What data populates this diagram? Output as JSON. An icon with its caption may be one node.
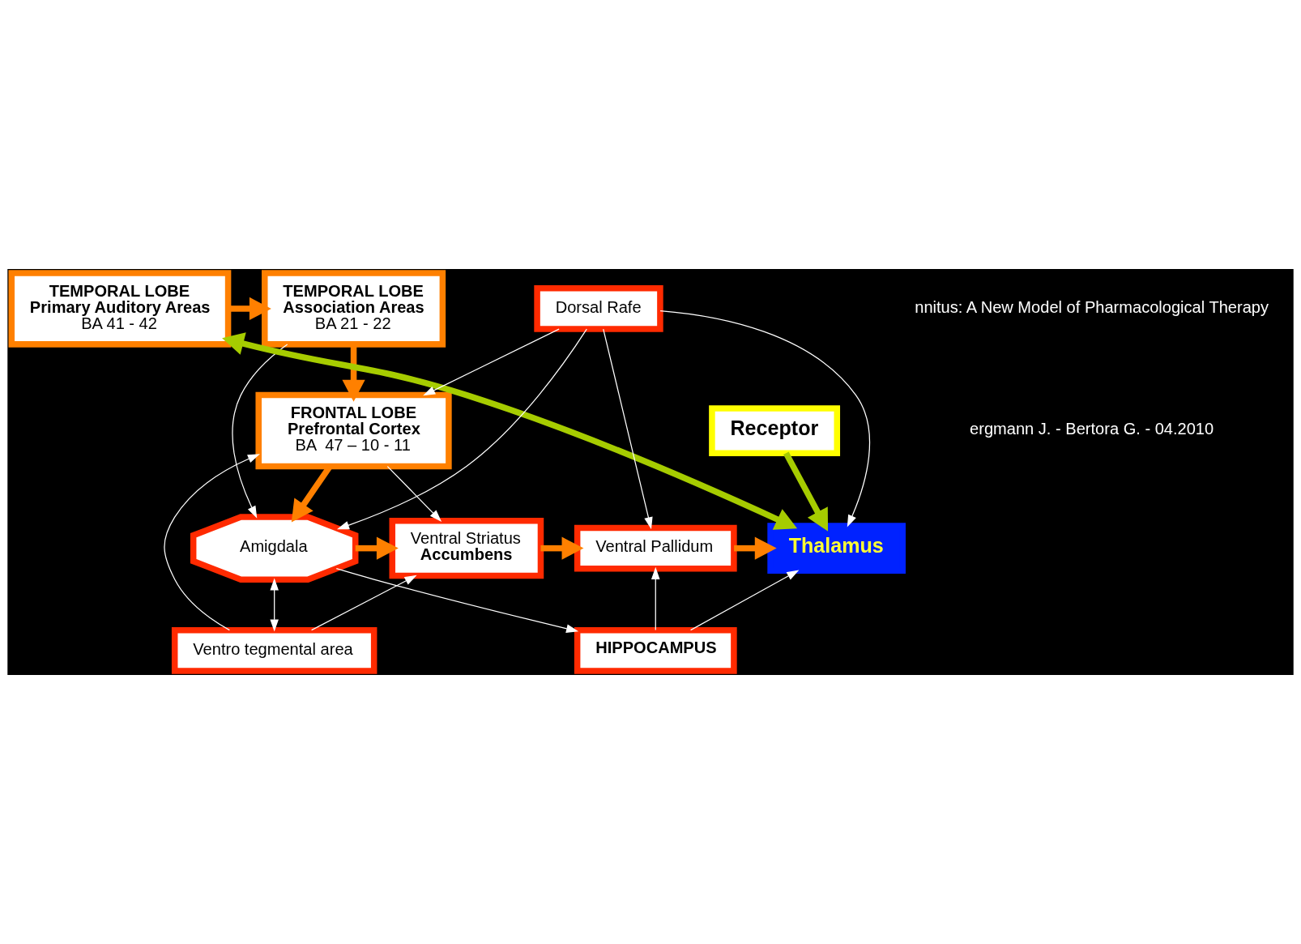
{
  "diagram": {
    "nodes": [
      {
        "text": [
          "TEMPORAL LOBE",
          "Association Areas",
          "BA 21 - 22"
        ]
      },
      {
        "text": [
          "TEMPORAL LOBE",
          "Primary Auditory Areas",
          "BA 41 - 42"
        ]
      },
      {
        "text": [
          "FRONTAL LOBE",
          "Prefrontal Cortex",
          "BA  47 – 10 - 11"
        ]
      },
      {
        "text": [
          "HIPPOCAMPUS"
        ]
      },
      {
        "text": [
          "Amigdala"
        ]
      },
      {
        "text": [
          "Ventral Striatus",
          "Accumbens"
        ]
      },
      {
        "text": [
          "Ventral Pallidum"
        ]
      },
      {
        "text": [
          "Thalamus"
        ]
      },
      {
        "text": [
          "Ventro tegmental area"
        ]
      },
      {
        "text": [
          "Dorsal Rafe"
        ]
      },
      {
        "text": [
          "Receptor"
        ]
      }
    ],
    "edges": [
      {
        "from": 1,
        "to": 0,
        "arrow": "to",
        "style": "thick",
        "color": "#ff8000"
      },
      {
        "from": 0,
        "to": 2,
        "arrow": "to",
        "style": "thick",
        "color": "#ff8000"
      },
      {
        "from": 2,
        "to": 4,
        "arrow": "to",
        "style": "thick",
        "color": "#ff8000"
      },
      {
        "from": 4,
        "to": 5,
        "arrow": "to",
        "style": "thick",
        "color": "#ff8000"
      },
      {
        "from": 5,
        "to": 6,
        "arrow": "to",
        "style": "thick",
        "color": "#ff8000"
      },
      {
        "from": 6,
        "to": 7,
        "arrow": "to",
        "style": "thick",
        "color": "#ff8000"
      },
      {
        "from": 1,
        "to": 7,
        "arrow": "both",
        "style": "thick",
        "color": "#a6cc00"
      },
      {
        "from": 10,
        "to": 7,
        "arrow": "to",
        "style": "thick",
        "color": "#a6cc00"
      },
      {
        "from": 0,
        "to": 4,
        "arrow": "to"
      },
      {
        "from": 4,
        "to": 3,
        "arrow": "to"
      },
      {
        "from": 3,
        "to": 6,
        "arrow": "to"
      },
      {
        "from": 3,
        "to": 7,
        "arrow": "to"
      },
      {
        "from": 2,
        "to": 5,
        "arrow": "to"
      },
      {
        "from": 8,
        "to": 5,
        "arrow": "to"
      },
      {
        "from": 8,
        "to": 2,
        "arrow": "to"
      },
      {
        "from": 4,
        "to": 8,
        "arrow": "both"
      },
      {
        "from": 9,
        "to": 4,
        "arrow": "to"
      },
      {
        "from": 9,
        "to": 2,
        "arrow": "to"
      },
      {
        "from": 9,
        "to": 6,
        "arrow": "to"
      },
      {
        "from": 9,
        "to": 7,
        "arrow": "to"
      }
    ],
    "labels": [
      "nnitus: A New Model of Pharmacological Therapy",
      "ergmann J. - Bertora G. - 04.2010"
    ]
  }
}
